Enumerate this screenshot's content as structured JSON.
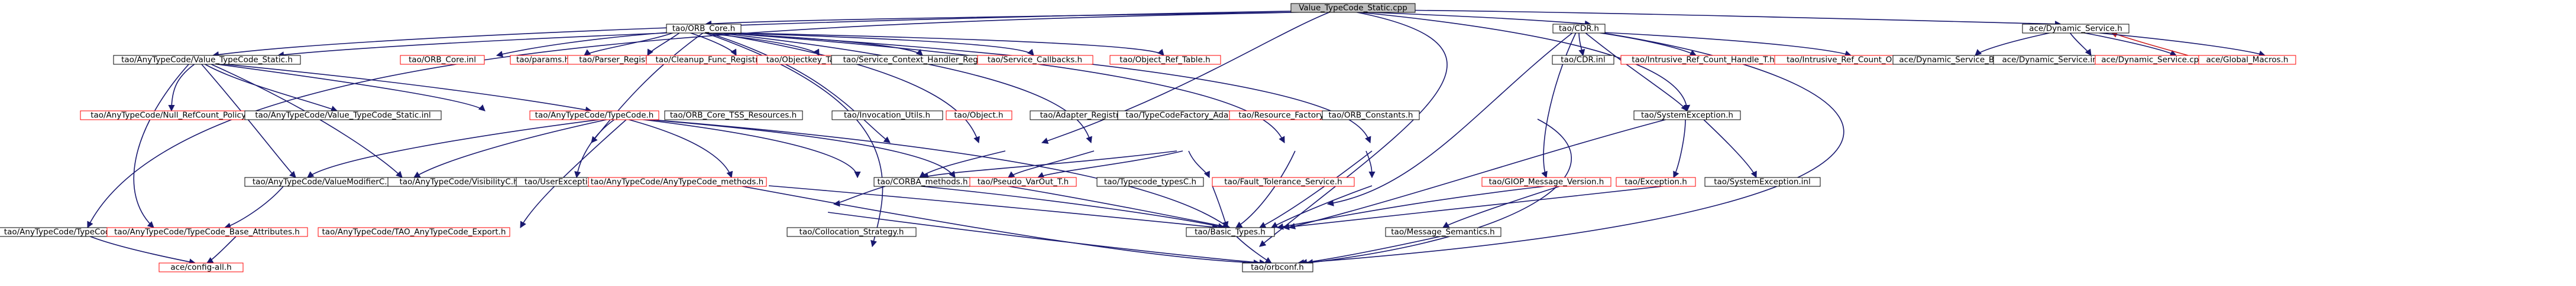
{
  "nodes": [
    {
      "id": "root",
      "label": "Value_TypeCode_Static.cpp",
      "kind": "root"
    },
    {
      "id": "orbcore_h",
      "label": "tao/ORB_Core.h",
      "kind": "normal"
    },
    {
      "id": "cdr_h",
      "label": "tao/CDR.h",
      "kind": "normal"
    },
    {
      "id": "dyn_h",
      "label": "ace/Dynamic_Service.h",
      "kind": "normal"
    },
    {
      "id": "vts_h",
      "label": "tao/AnyTypeCode/Value_TypeCode_Static.h",
      "kind": "normal"
    },
    {
      "id": "orbcore_inl",
      "label": "tao/ORB_Core.inl",
      "kind": "truncated"
    },
    {
      "id": "params",
      "label": "tao/params.h",
      "kind": "truncated"
    },
    {
      "id": "parser",
      "label": "tao/Parser_Registry.h",
      "kind": "truncated"
    },
    {
      "id": "cleanup",
      "label": "tao/Cleanup_Func_Registry.h",
      "kind": "truncated"
    },
    {
      "id": "objkey",
      "label": "tao/Objectkey_Table.h",
      "kind": "truncated"
    },
    {
      "id": "svcctx",
      "label": "tao/Service_Context_Handler_Registry.h",
      "kind": "normal"
    },
    {
      "id": "svccb",
      "label": "tao/Service_Callbacks.h",
      "kind": "truncated"
    },
    {
      "id": "objref",
      "label": "tao/Object_Ref_Table.h",
      "kind": "truncated"
    },
    {
      "id": "cdr_inl",
      "label": "tao/CDR.inl",
      "kind": "normal"
    },
    {
      "id": "irch",
      "label": "tao/Intrusive_Ref_Count_Handle_T.h",
      "kind": "truncated"
    },
    {
      "id": "irco",
      "label": "tao/Intrusive_Ref_Count_Object_T.h",
      "kind": "truncated"
    },
    {
      "id": "dsb",
      "label": "ace/Dynamic_Service_Base.h",
      "kind": "normal"
    },
    {
      "id": "dsinl",
      "label": "ace/Dynamic_Service.inl",
      "kind": "normal"
    },
    {
      "id": "dscpp",
      "label": "ace/Dynamic_Service.cpp",
      "kind": "truncated"
    },
    {
      "id": "gm",
      "label": "ace/Global_Macros.h",
      "kind": "truncated"
    },
    {
      "id": "nullref",
      "label": "tao/AnyTypeCode/Null_RefCount_Policy.h",
      "kind": "truncated"
    },
    {
      "id": "vtsinl",
      "label": "tao/AnyTypeCode/Value_TypeCode_Static.inl",
      "kind": "normal"
    },
    {
      "id": "atc",
      "label": "tao/AnyTypeCode/TypeCode.h",
      "kind": "truncated"
    },
    {
      "id": "tss",
      "label": "tao/ORB_Core_TSS_Resources.h",
      "kind": "normal"
    },
    {
      "id": "invoc",
      "label": "tao/Invocation_Utils.h",
      "kind": "normal"
    },
    {
      "id": "object",
      "label": "tao/Object.h",
      "kind": "truncated"
    },
    {
      "id": "adapter",
      "label": "tao/Adapter_Registry.h",
      "kind": "normal"
    },
    {
      "id": "tcfa",
      "label": "tao/TypeCodeFactory_Adapter.h",
      "kind": "normal"
    },
    {
      "id": "resfac",
      "label": "tao/Resource_Factory.h",
      "kind": "truncated"
    },
    {
      "id": "orbconst",
      "label": "tao/ORB_Constants.h",
      "kind": "normal"
    },
    {
      "id": "sysexc",
      "label": "tao/SystemException.h",
      "kind": "normal"
    },
    {
      "id": "vmod",
      "label": "tao/AnyTypeCode/ValueModifierC.h",
      "kind": "normal"
    },
    {
      "id": "vtsinl2",
      "label": "tao/AnyTypeCode/Value_TypeCode_Static.inl",
      "kind": "hidden"
    },
    {
      "id": "vis",
      "label": "tao/AnyTypeCode/VisibilityC.h",
      "kind": "normal"
    },
    {
      "id": "userexc",
      "label": "tao/UserException.h",
      "kind": "normal"
    },
    {
      "id": "atcm",
      "label": "tao/AnyTypeCode/AnyTypeCode_methods.h",
      "kind": "truncated"
    },
    {
      "id": "corba",
      "label": "tao/CORBA_methods.h",
      "kind": "normal"
    },
    {
      "id": "pseudo",
      "label": "tao/Pseudo_VarOut_T.h",
      "kind": "truncated"
    },
    {
      "id": "typecodec",
      "label": "tao/Typecode_typesC.h",
      "kind": "normal"
    },
    {
      "id": "ftsvc",
      "label": "tao/Fault_Tolerance_Service.h",
      "kind": "truncated"
    },
    {
      "id": "giop",
      "label": "tao/GIOP_Message_Version.h",
      "kind": "truncated"
    },
    {
      "id": "exc",
      "label": "tao/Exception.h",
      "kind": "truncated"
    },
    {
      "id": "sysexcinl",
      "label": "tao/SystemException.inl",
      "kind": "normal"
    },
    {
      "id": "vfield",
      "label": "tao/AnyTypeCode/TypeCode_Value_Field.h",
      "kind": "normal"
    },
    {
      "id": "tcba",
      "label": "tao/AnyTypeCode/TypeCode_Base_Attributes.h",
      "kind": "truncated"
    },
    {
      "id": "taoexp",
      "label": "tao/AnyTypeCode/TAO_AnyTypeCode_Export.h",
      "kind": "truncated"
    },
    {
      "id": "collstrat",
      "label": "tao/Collocation_Strategy.h",
      "kind": "normal"
    },
    {
      "id": "basic",
      "label": "tao/Basic_Types.h",
      "kind": "normal"
    },
    {
      "id": "msgsem",
      "label": "tao/Message_Semantics.h",
      "kind": "normal"
    },
    {
      "id": "aceconfig",
      "label": "ace/config-all.h",
      "kind": "truncated"
    },
    {
      "id": "orbconf",
      "label": "tao/orbconf.h",
      "kind": "normal"
    }
  ]
}
